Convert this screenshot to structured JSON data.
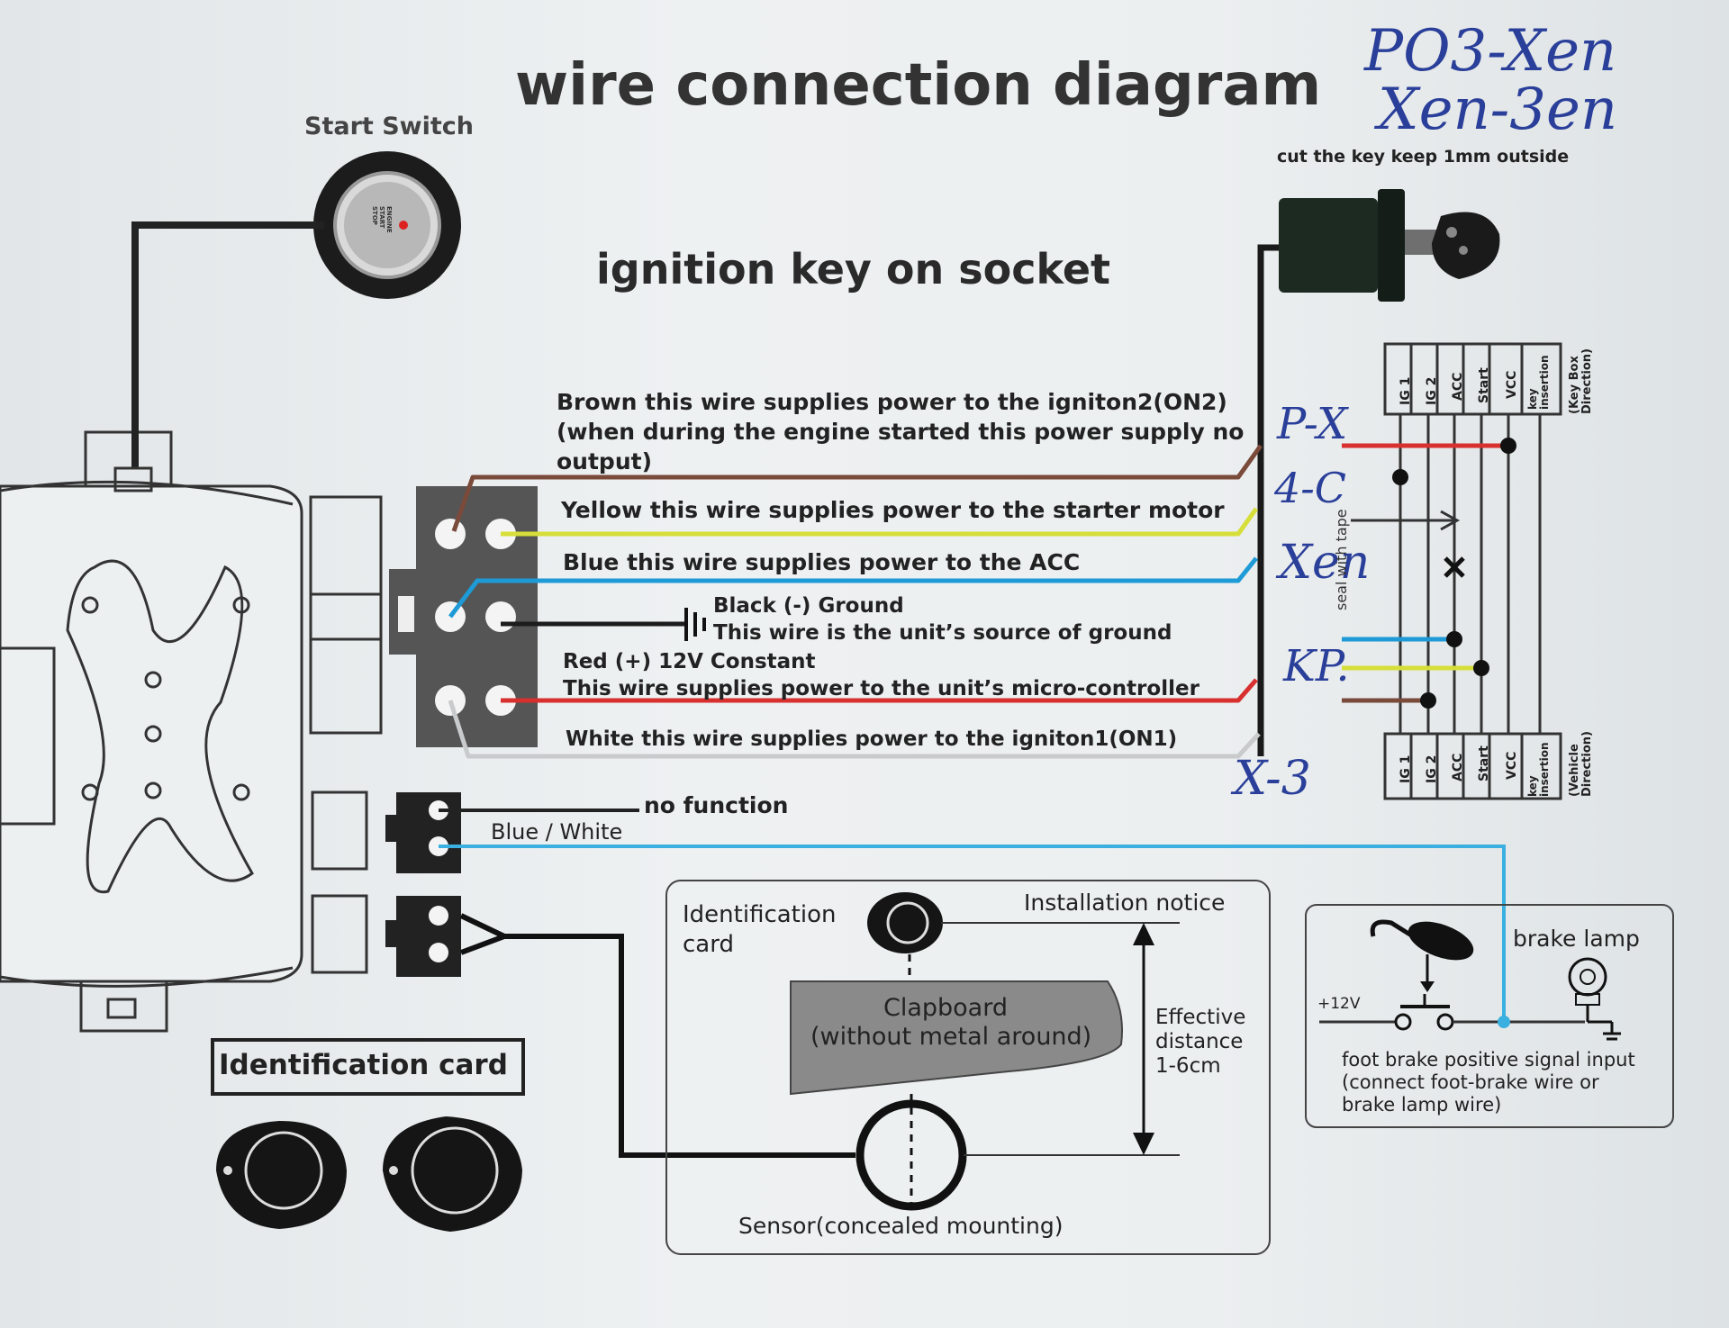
{
  "title": "wire connection diagram",
  "subtitle": "ignition key on socket",
  "start_switch": {
    "label": "Start Switch",
    "button_text": "ENGINE START STOP"
  },
  "key_note": "cut the key keep 1mm outside",
  "handwritten": {
    "top_line1": "PO3-Xen",
    "top_line2": "Xen-3en",
    "mark_1": "P-X",
    "mark_2": "4-C",
    "mark_3": "Xen",
    "mark_4": "KP.",
    "mark_5": "X-3"
  },
  "wires": {
    "brown": [
      "Brown  this wire supplies power to the igniton2(ON2)",
      "(when during the engine started this power supply no",
      "output)"
    ],
    "yellow": "Yellow  this wire supplies power to the starter motor",
    "blue": "Blue  this wire supplies power to the ACC",
    "black": [
      "Black (-) Ground",
      "This wire is the unit’s source of ground"
    ],
    "red": [
      "Red (+) 12V Constant",
      "This wire supplies power to the unit’s micro-controller"
    ],
    "white": "White this wire supplies power to the igniton1(ON1)",
    "no_function": "no function",
    "blue_white": "Blue / White"
  },
  "key_box": {
    "top_columns": [
      "IG 1",
      "IG 2",
      "ACC",
      "Start",
      "VCC",
      "key insertion"
    ],
    "top_direction": "(Key Box Direction)",
    "bottom_columns": [
      "IG 1",
      "IG 2",
      "ACC",
      "Start",
      "VCC",
      "key insertion"
    ],
    "bottom_direction": "(Vehicle Direction)",
    "seal_note": "seal with tape"
  },
  "install": {
    "id_card": "Identification card",
    "notice": "Installation notice",
    "clapboard": [
      "Clapboard",
      "(without metal around)"
    ],
    "distance": [
      "Effective",
      "distance",
      "1-6cm"
    ],
    "sensor": "Sensor(concealed mounting)"
  },
  "brake": {
    "lamp": "brake lamp",
    "voltage": "+12V",
    "signal": [
      "foot brake positive signal input",
      "(connect foot-brake wire or",
      "brake lamp wire)"
    ]
  },
  "id_card_box": "Identification card",
  "colors": {
    "brown": "#7a4a3a",
    "yellow": "#d6df3a",
    "blue": "#1e9ad6",
    "black": "#1c1c1c",
    "red": "#d82f2f",
    "white": "#c8cacc",
    "lightblue": "#3ab0e0",
    "ink": "#2a3f9a"
  }
}
